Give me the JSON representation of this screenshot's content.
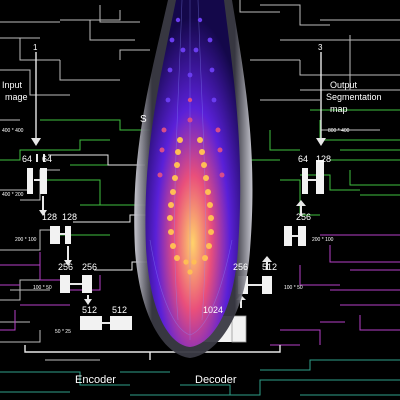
{
  "labels": {
    "step_input": "1",
    "step_output": "3",
    "input_image_line1": "Input",
    "input_image_line2": "mage",
    "output_line1": "Output",
    "output_line2": "Segmentation",
    "output_line3": "map",
    "partial_s": "S",
    "dim_input": "400 * 400",
    "dim_l1": "400 * 200",
    "dim_l2": "200 * 100",
    "dim_l3": "100 * 50",
    "dim_l4": "50 * 25",
    "dim_out": "800 * 400",
    "dim_r2": "200 * 100",
    "dim_r3": "100 * 50",
    "enc_64a": "64",
    "enc_64b": "64",
    "enc_128a": "128",
    "enc_128b": "128",
    "enc_256a": "256",
    "enc_256b": "256",
    "enc_512a": "512",
    "enc_512b": "512",
    "dec_1024": "1024",
    "dec_512": "512",
    "dec_256": "256",
    "dec_64": "64",
    "dec_128": "128",
    "encoder": "Encoder",
    "decoder": "Decoder"
  },
  "colors": {
    "background": "#000000",
    "line_white": "#e8e8e8",
    "tree_green": "#3fbf3f",
    "tree_magenta": "#b63fc8",
    "tree_teal": "#2fa08a",
    "root_dark": "#1a0e6e",
    "root_purple": "#4c1fd0",
    "root_orange": "#ffa23a"
  }
}
